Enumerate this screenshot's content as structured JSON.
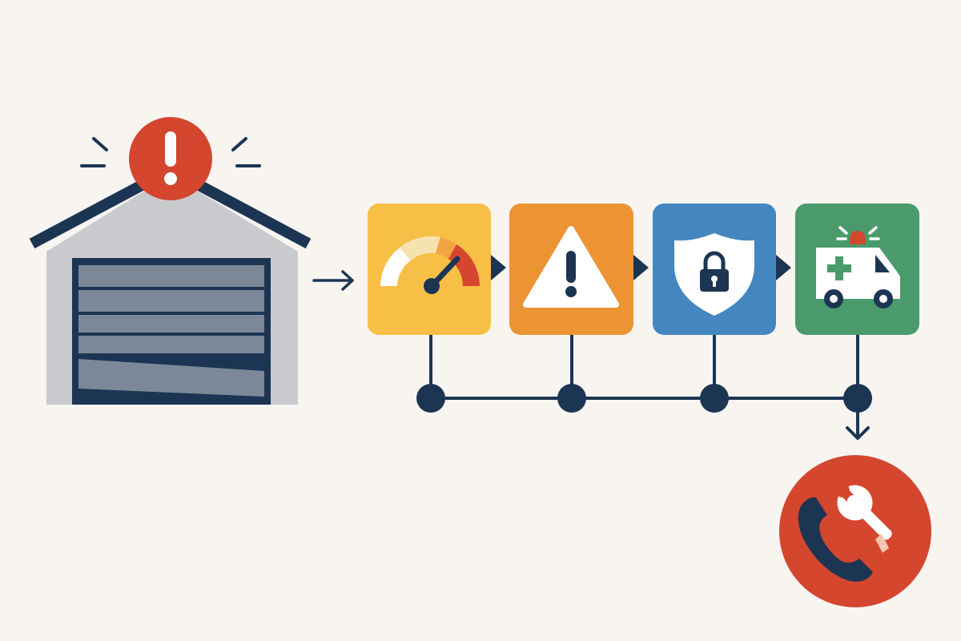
{
  "colors": {
    "background": "#f8f5f1",
    "navy": "#1c3553",
    "alert_red": "#d5462f",
    "garage_wall": "#c9cacd",
    "garage_door": "#7c8898",
    "step_yellow": "#f7bf45",
    "step_orange": "#ec9433",
    "step_blue": "#4486c0",
    "step_green": "#4a9a6c",
    "white": "#ffffff"
  },
  "diagram": {
    "source": {
      "name": "garage",
      "icon": "garage-icon",
      "status_icon": "exclamation-icon",
      "door_state": "damaged"
    },
    "steps": [
      {
        "id": "assess",
        "icon": "speedometer-gauge-icon",
        "color": "step_yellow"
      },
      {
        "id": "warning",
        "icon": "warning-triangle-icon",
        "color": "step_orange"
      },
      {
        "id": "secure",
        "icon": "shield-lock-icon",
        "color": "step_blue"
      },
      {
        "id": "emergency",
        "icon": "ambulance-icon",
        "color": "step_green"
      }
    ],
    "outcome": {
      "id": "call-repair",
      "icon": "phone-wrench-icon",
      "color": "alert_red"
    },
    "connectors": {
      "input_arrow": "arrow-right-icon",
      "between_steps": "chevron-right-icon",
      "bus_nodes": 4,
      "output_arrow": "arrow-down-icon"
    }
  }
}
